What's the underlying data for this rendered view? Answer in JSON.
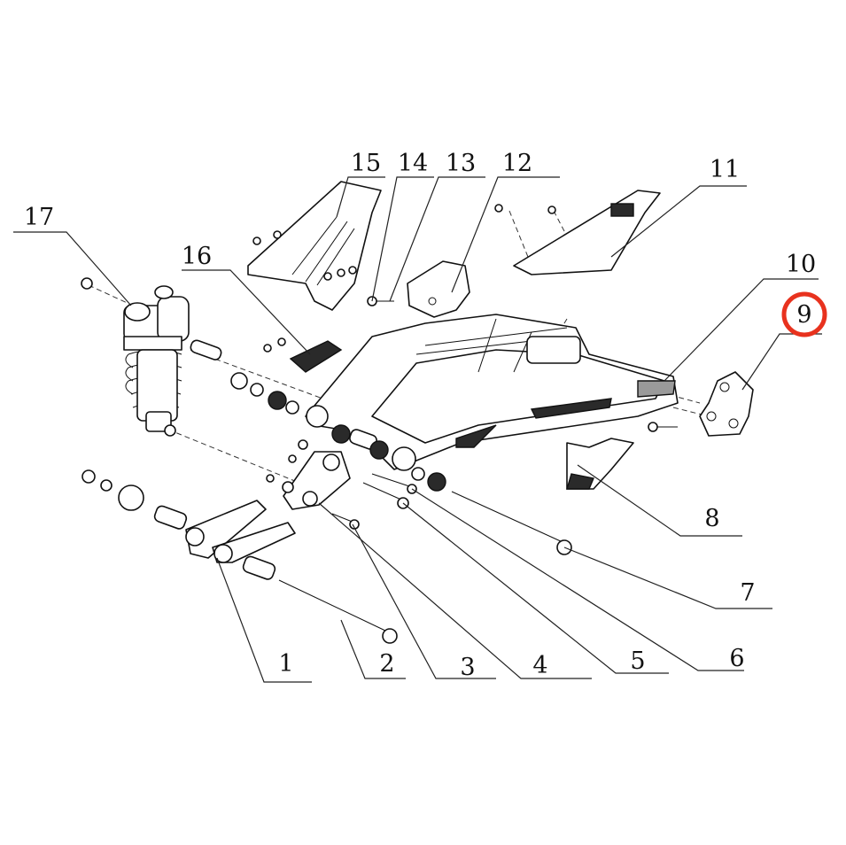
{
  "callouts": [
    {
      "label": "1"
    },
    {
      "label": "2"
    },
    {
      "label": "3"
    },
    {
      "label": "4"
    },
    {
      "label": "5"
    },
    {
      "label": "6"
    },
    {
      "label": "7"
    },
    {
      "label": "8"
    },
    {
      "label": "9"
    },
    {
      "label": "10"
    },
    {
      "label": "11"
    },
    {
      "label": "12"
    },
    {
      "label": "13"
    },
    {
      "label": "14"
    },
    {
      "label": "15"
    },
    {
      "label": "16"
    },
    {
      "label": "17"
    }
  ],
  "highlight": {
    "label_index": 8,
    "color": "#e8321e"
  },
  "colors": {
    "line": "#111111",
    "background": "#ffffff",
    "highlight": "#e8321e"
  }
}
